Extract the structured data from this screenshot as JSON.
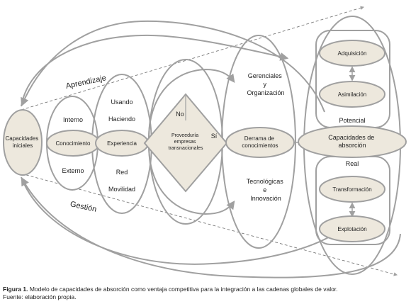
{
  "figure": {
    "nodes": {
      "capacidades_iniciales": [
        "Capacidades",
        "iniciales"
      ],
      "interno": "Interno",
      "conocimiento": "Conocimiento",
      "externo": "Externo",
      "usando": "Usando",
      "haciendo": "Haciendo",
      "experiencia": "Experiencia",
      "red": "Red",
      "movilidad": "Movilidad",
      "proveeduria": [
        "Proveeduría",
        "empresas",
        "transnacionales"
      ],
      "no": "No",
      "si": "Sí",
      "gerenciales": [
        "Gerenciales",
        "y",
        "Organización"
      ],
      "derrama": [
        "Derrama de",
        "conocimientos"
      ],
      "tecnologicas": [
        "Tecnológicas",
        "e",
        "Innovación"
      ],
      "adquisicion": "Adquisición",
      "asimilacion": "Asimilación",
      "potencial": "Potencial",
      "capacidades_absorcion": [
        "Capacidades de",
        "absorción"
      ],
      "real": "Real",
      "transformacion": "Transformación",
      "explotacion": "Explotación"
    },
    "arc_labels": {
      "aprendizaje": "Aprendizaje",
      "gestion": "Gestión"
    }
  },
  "caption": {
    "label": "Figura 1.",
    "text": "Modelo de capacidades de absorción como ventaja competitiva para la integración a las cadenas globales de valor.",
    "source": "Fuente: elaboración propia."
  }
}
